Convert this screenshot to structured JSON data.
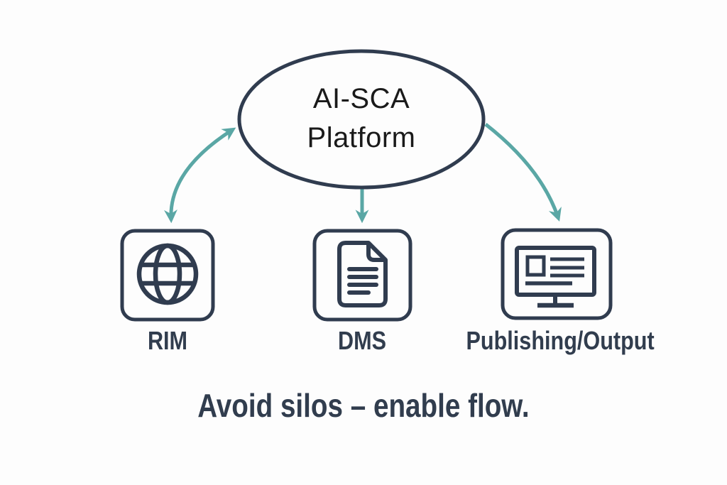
{
  "colors": {
    "background": "#fdfdfd",
    "stroke": "#303c4f",
    "arrow": "#5aa7a5",
    "hub_text": "#1a1a1a",
    "label_text": "#313d4e"
  },
  "hub": {
    "label_line1": "AI-SCA",
    "label_line2": "Platform"
  },
  "nodes": [
    {
      "id": "rim",
      "label": "RIM",
      "icon": "globe-icon"
    },
    {
      "id": "dms",
      "label": "DMS",
      "icon": "document-icon"
    },
    {
      "id": "publishing",
      "label": "Publishing/Output",
      "icon": "monitor-icon"
    }
  ],
  "tagline": "Avoid silos – enable flow."
}
